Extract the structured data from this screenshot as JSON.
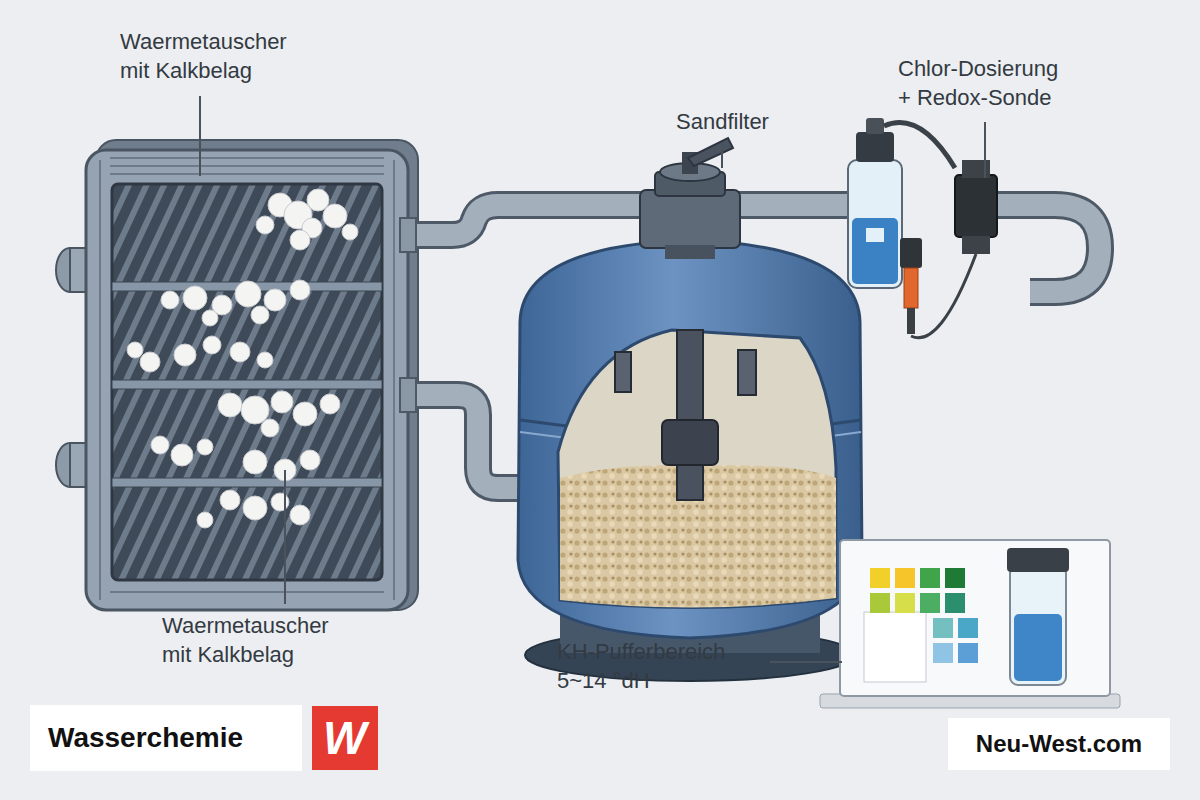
{
  "diagram": {
    "nodes": [
      {
        "text": [
          "Wasserchemie"
        ]
      },
      {
        "text": [
          "Neu-West.com"
        ]
      }
    ],
    "labels": [
      "Waermetauscher mit Kalkbelag",
      "Waermetauscher mit Kalkbelag",
      "Sandfilter",
      "Chlor-Dosierung + Redox-Sonde",
      "KH-Pufferbereich 5~14 °dH",
      "W"
    ]
  }
}
